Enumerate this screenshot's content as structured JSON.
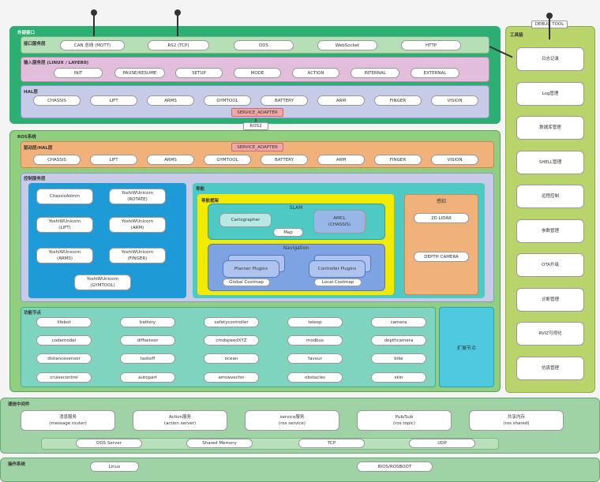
{
  "top_area": {
    "title": "外部接口",
    "interface_title": "接口服务层",
    "interfaces": [
      "CAN 总线 (MQTT)",
      "RS2 (TCP)",
      "DDS",
      "WebSocket",
      "HTTP"
    ],
    "input_title": "输入服务层 (LINUX / LAYER0)",
    "input_items": [
      "INIT",
      "PAUSE/RESUME",
      "SETUP",
      "MODE",
      "ACTION",
      "INTERNAL",
      "EXTERNAL"
    ],
    "hal_title": "HAL层",
    "hal_items": [
      "CHASSIS",
      "LIFT",
      "ARMS",
      "GYMTOOL",
      "BATTERY",
      "ARM",
      "FINGER",
      "VISION"
    ],
    "hal_badge": "SERVICE_ADAPTER"
  },
  "connector_label": "ROS2",
  "middle_area": {
    "title": "ROS系统",
    "driver_title": "驱动层/HAL层",
    "driver_badge": "SERVICE_ADAPTER",
    "driver_items": [
      "CHASSIS",
      "LIFT",
      "ARMS",
      "GYMTOOL",
      "BATTERY",
      "ARM",
      "FINGER",
      "VISION"
    ],
    "service_title": "控制服务层",
    "services": [
      {
        "line1": "ChassisAdmin",
        "line2": ""
      },
      {
        "line1": "YoshiWUnicorn",
        "line2": "(ROTATE)"
      },
      {
        "line1": "YoshiWUnicorn",
        "line2": "(LIFT)"
      },
      {
        "line1": "YoshiWUnicorn",
        "line2": "(ARM)"
      },
      {
        "line1": "YoshiWUnicorn",
        "line2": "(ARMS)"
      },
      {
        "line1": "YoshiWUnicorn",
        "line2": "(FINGER)"
      },
      {
        "line1": "YoshiWUnicorn",
        "line2": "(GYMTOOL)"
      }
    ],
    "nav_title": "导航",
    "nav_inner_title": "导航框架",
    "slam_title": "SLAM",
    "cartographer": "Cartographer",
    "amcl_line1": "AMCL",
    "amcl_line2": "(CHASSIS)",
    "map_label": "Map",
    "navigation_title": "Navigation",
    "planner_plugin": "Planner Plugins",
    "global_costmap": "Global Costmap",
    "controller_plugin": "Controller Plugins",
    "local_costmap": "Local Costmap",
    "perception_title": "感知",
    "perception_items": [
      "2D LIDAR",
      "DEPTH CAMERA"
    ],
    "module_title": "功能节点",
    "module_items": [
      "lifebot",
      "battery",
      "safetycontroller",
      "teleop",
      "camera",
      "codemodel",
      "diffsensor",
      "cmdspeedXYZ",
      "modbus",
      "depthcamera",
      "distancesensor",
      "taskoff",
      "ocean",
      "favour",
      "bike",
      "cruisecontrol",
      "autopart",
      "arrowvector",
      "obstacles",
      "skin"
    ],
    "side_module_label": "扩展节点"
  },
  "right_panel": {
    "title": "工具链",
    "top_label": "DEBUG TOOL",
    "items": [
      "日志记录",
      "Log管理",
      "数据库管理",
      "SHELL管理",
      "远程控制",
      "参数管理",
      "OTA升级",
      "诊断管理",
      "RVIZ可视化",
      "仿真管理"
    ]
  },
  "bottom_area": {
    "title": "通信中间件",
    "boxes": [
      {
        "line1": "消息服务",
        "line2": "(message router)"
      },
      {
        "line1": "Action服务",
        "line2": "(action server)"
      },
      {
        "line1": "service服务",
        "line2": "(ros service)"
      },
      {
        "line1": "Pub/Sub",
        "line2": "(ros topic)"
      },
      {
        "line1": "共享内存",
        "line2": "(ros shared)"
      }
    ],
    "transports": [
      "DDS Server",
      "Shared Memory",
      "TCP",
      "UDP"
    ]
  },
  "os_area": {
    "title": "操作系统",
    "items": [
      "Linux",
      "BIOS/ROSBOOT"
    ]
  },
  "colors": {
    "outer_green": "#2dae73",
    "light_green": "#8fcf7f",
    "yellow_green": "#b9d46a",
    "pink": "#e2bedc",
    "lavender": "#c6cce8",
    "orange": "#f0b27a",
    "blue": "#1e9ad6",
    "yellow": "#f2ea00",
    "teal": "#4fc9c4"
  }
}
